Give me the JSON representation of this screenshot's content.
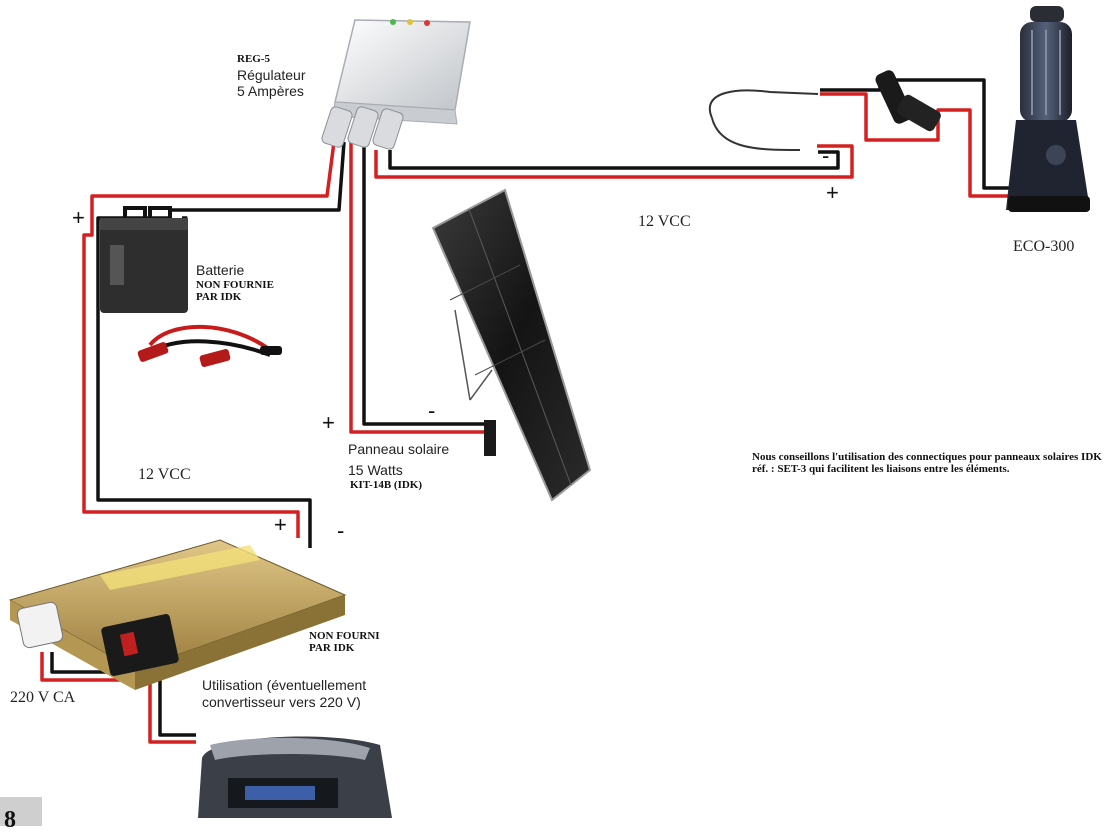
{
  "regulator": {
    "model": "REG-5",
    "name": "Régulateur",
    "rating": "5 Ampères"
  },
  "battery": {
    "name": "Batterie",
    "note_line1": "NON FOURNIE",
    "note_line2": "PAR IDK"
  },
  "panel": {
    "name": "Panneau solaire",
    "power": "15 Watts",
    "ref": "KIT-14B (IDK)"
  },
  "inverter": {
    "note_line1": "NON FOURNI",
    "note_line2": "PAR IDK"
  },
  "lamp": {
    "model": "ECO-300"
  },
  "voltages": {
    "dc_right": "12 VCC",
    "dc_left": "12 VCC",
    "ac": "220 V CA"
  },
  "usage": {
    "line1": "Utilisation (éventuellement",
    "line2": "convertisseur vers 220 V)"
  },
  "advice": "Nous conseillons l'utilisation des connectiques pour panneaux solaires  IDK réf. : SET-3 qui facilitent les liaisons entre les éléments.",
  "signs": {
    "plus": "+",
    "minus": "-"
  },
  "page_number": "8",
  "colors": {
    "positive_wire": "#d42020",
    "negative_wire": "#111111"
  }
}
